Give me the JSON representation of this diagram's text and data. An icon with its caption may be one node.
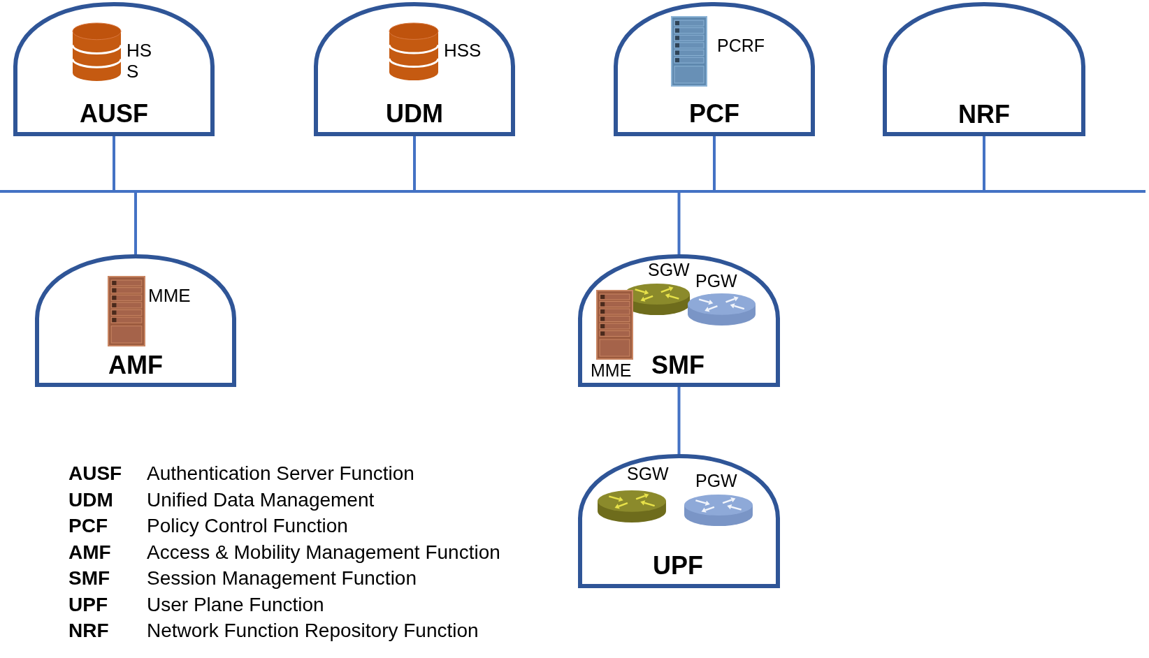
{
  "diagram": {
    "nodes": [
      {
        "text": [
          "HSS",
          "AUSF"
        ]
      },
      {
        "text": [
          "HSS",
          "UDM"
        ]
      },
      {
        "text": [
          "PCRF",
          "PCF"
        ]
      },
      {
        "text": [
          "NRF"
        ]
      },
      {
        "text": [],
        "shape": "bar"
      },
      {
        "text": [
          "MME",
          "AMF"
        ]
      },
      {
        "text": [
          "SGW",
          "PGW",
          "MME",
          "SMF"
        ]
      },
      {
        "text": [
          "SGW",
          "PGW",
          "UPF"
        ]
      }
    ],
    "edges": [
      {
        "from": 0,
        "to": 4,
        "arrow": "none"
      },
      {
        "from": 1,
        "to": 4,
        "arrow": "none"
      },
      {
        "from": 2,
        "to": 4,
        "arrow": "none"
      },
      {
        "from": 3,
        "to": 4,
        "arrow": "none"
      },
      {
        "from": 4,
        "to": 5,
        "arrow": "none"
      },
      {
        "from": 4,
        "to": 6,
        "arrow": "none"
      },
      {
        "from": 6,
        "to": 7,
        "arrow": "none"
      }
    ],
    "labels": [
      "AUSF",
      "Authentication Server Function",
      "UDM",
      "Unified Data Management",
      "PCF",
      "Policy Control Function",
      "AMF",
      "Access & Mobility Management Function",
      "SMF",
      "Session Management Function",
      "UPF",
      "User Plane Function",
      "NRF",
      "Network Function Repository Function"
    ]
  }
}
